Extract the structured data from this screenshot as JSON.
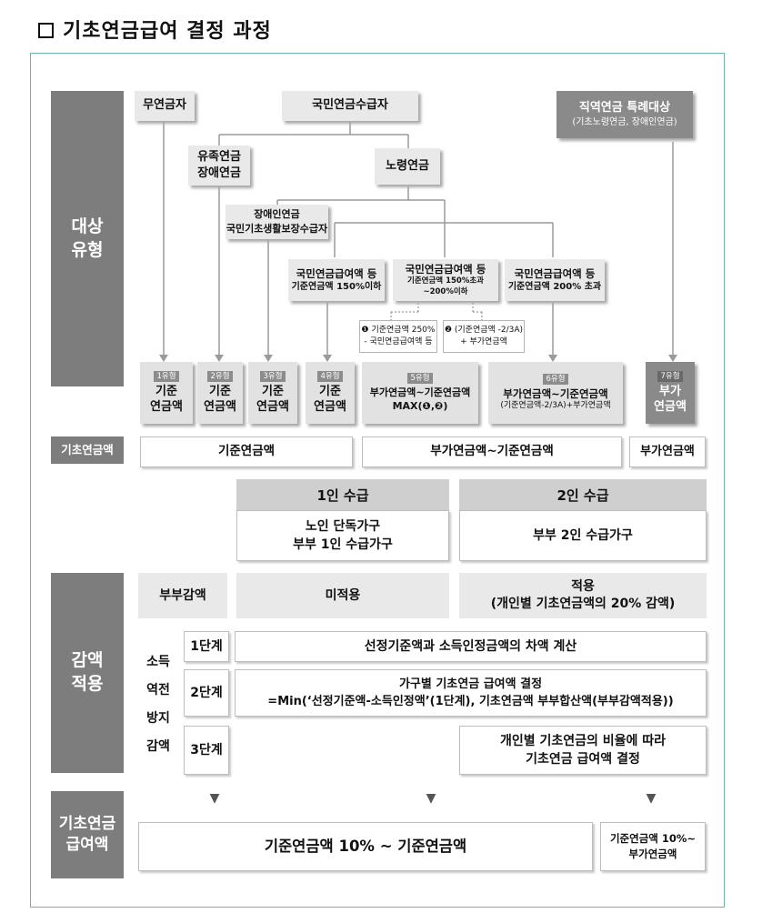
{
  "title": "기초연금급여 결정 과정",
  "colors": {
    "frame": "#6fb3ae",
    "side": "#7d7d7d",
    "node": "#e9e9e9",
    "dark_node": "#8a8a8a",
    "header": "#cfcfcf"
  },
  "side": {
    "target_type": "대상\n유형",
    "basic_amount": "기초연금액",
    "reduction": "감액\n적용",
    "benefit": "기초연금\n급여액"
  },
  "nodes": {
    "non_pension": "무연금자",
    "national_pension": "국민연금수급자",
    "special_pension": "직역연금 특례대상",
    "special_pension_sub": "(기초노령연금, 장애인연금)",
    "survivor_disability": "유족연금\n장애연금",
    "old_age": "노령연금",
    "disability_basic": "장애인연금\n국민기초생활보장수급자",
    "branch1": "국민연금급여액 등",
    "branch1_sub": "기준연금액 150%이하",
    "branch2": "국민연금급여액 등",
    "branch2_sub": "기준연금액 150%초과~200%이하",
    "branch3": "국민연금급여액 등",
    "branch3_sub": "기준연금액 200% 초과",
    "note1": "❶ 기준연금액 250%\n- 국민연금급여액 등",
    "note2": "❷ (기준연금액 -2/3A)\n+ 부가연금액"
  },
  "types": [
    {
      "badge": "1유형",
      "text": "기준\n연금액"
    },
    {
      "badge": "2유형",
      "text": "기준\n연금액"
    },
    {
      "badge": "3유형",
      "text": "기준\n연금액"
    },
    {
      "badge": "4유형",
      "text": "기준\n연금액"
    },
    {
      "badge": "5유형",
      "text": "부가연금액~기준연금액\nMAX(❶,❷)"
    },
    {
      "badge": "6유형",
      "text": "부가연금액~기준연금액",
      "sub": "(기준연금액-2/3A)+부가연금액"
    },
    {
      "badge": "7유형",
      "text": "부가\n연금액"
    }
  ],
  "basic_amount_row": [
    "기준연금액",
    "부가연금액~기준연금액",
    "부가연금액"
  ],
  "recipients": {
    "single_header": "1인 수급",
    "single_body": "노인 단독가구\n부부 1인 수급가구",
    "couple_header": "2인 수급",
    "couple_body": "부부 2인 수급가구"
  },
  "couple_reduction": {
    "label": "부부감액",
    "not_applied": "미적용",
    "applied": "적용\n(개인별 기초연금액의 20% 감액)"
  },
  "income_reversal": {
    "label": "소득\n역전\n방지\n감액",
    "steps": [
      {
        "step": "1단계",
        "text": "선정기준액과 소득인정금액의 차액 계산"
      },
      {
        "step": "2단계",
        "text": "가구별 기초연금 급여액 결정\n=Min(‘선정기준액-소득인정액’(1단계), 기초연금액 부부합산액(부부감액적용))"
      },
      {
        "step": "3단계",
        "text": "개인별 기초연금의 비율에 따라\n기초연금 급여액 결정"
      }
    ]
  },
  "benefit": {
    "arrow": "▼",
    "main": "기준연금액 10% ~ 기준연금액",
    "side": "기준연금액 10%~\n부가연금액"
  }
}
